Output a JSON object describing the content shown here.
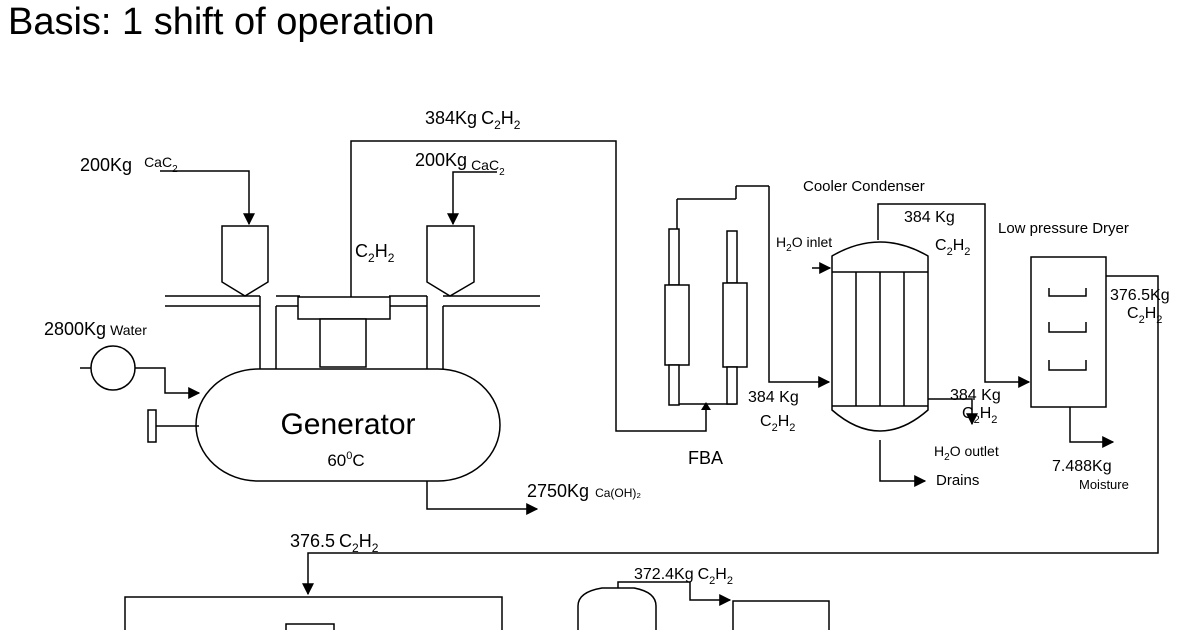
{
  "title": "Basis: 1 shift of operation",
  "labels": {
    "top_acetylene_amt": "384Kg",
    "hopper1_amt": "200Kg",
    "hopper2_amt": "200Kg",
    "generator_vent_label": "",
    "water_amt": "2800Kg",
    "water_label": "Water",
    "generator": "Generator",
    "generator_temp": "60",
    "generator_temp_sup": "0",
    "generator_temp_unit": "C",
    "lime_amt": "2750Kg",
    "lime_formula": "Ca(OH)₂",
    "fba": "FBA",
    "cooler_condenser": "Cooler Condenser",
    "h2o_inlet_suffix": "O inlet",
    "h2o_outlet_suffix": "O outlet",
    "drains": "Drains",
    "condenser_in_amt": "384 Kg",
    "condenser_top_amt": "384 Kg",
    "condenser_out_amt": "384 Kg",
    "low_pressure_dryer": "Low pressure Dryer",
    "dryer_out_amt": "376.5Kg",
    "moisture_amt": "7.488Kg",
    "moisture_label": "Moisture",
    "bottom_acetylene_amt": "376.5",
    "tank_out_amt": "372.4Kg"
  }
}
